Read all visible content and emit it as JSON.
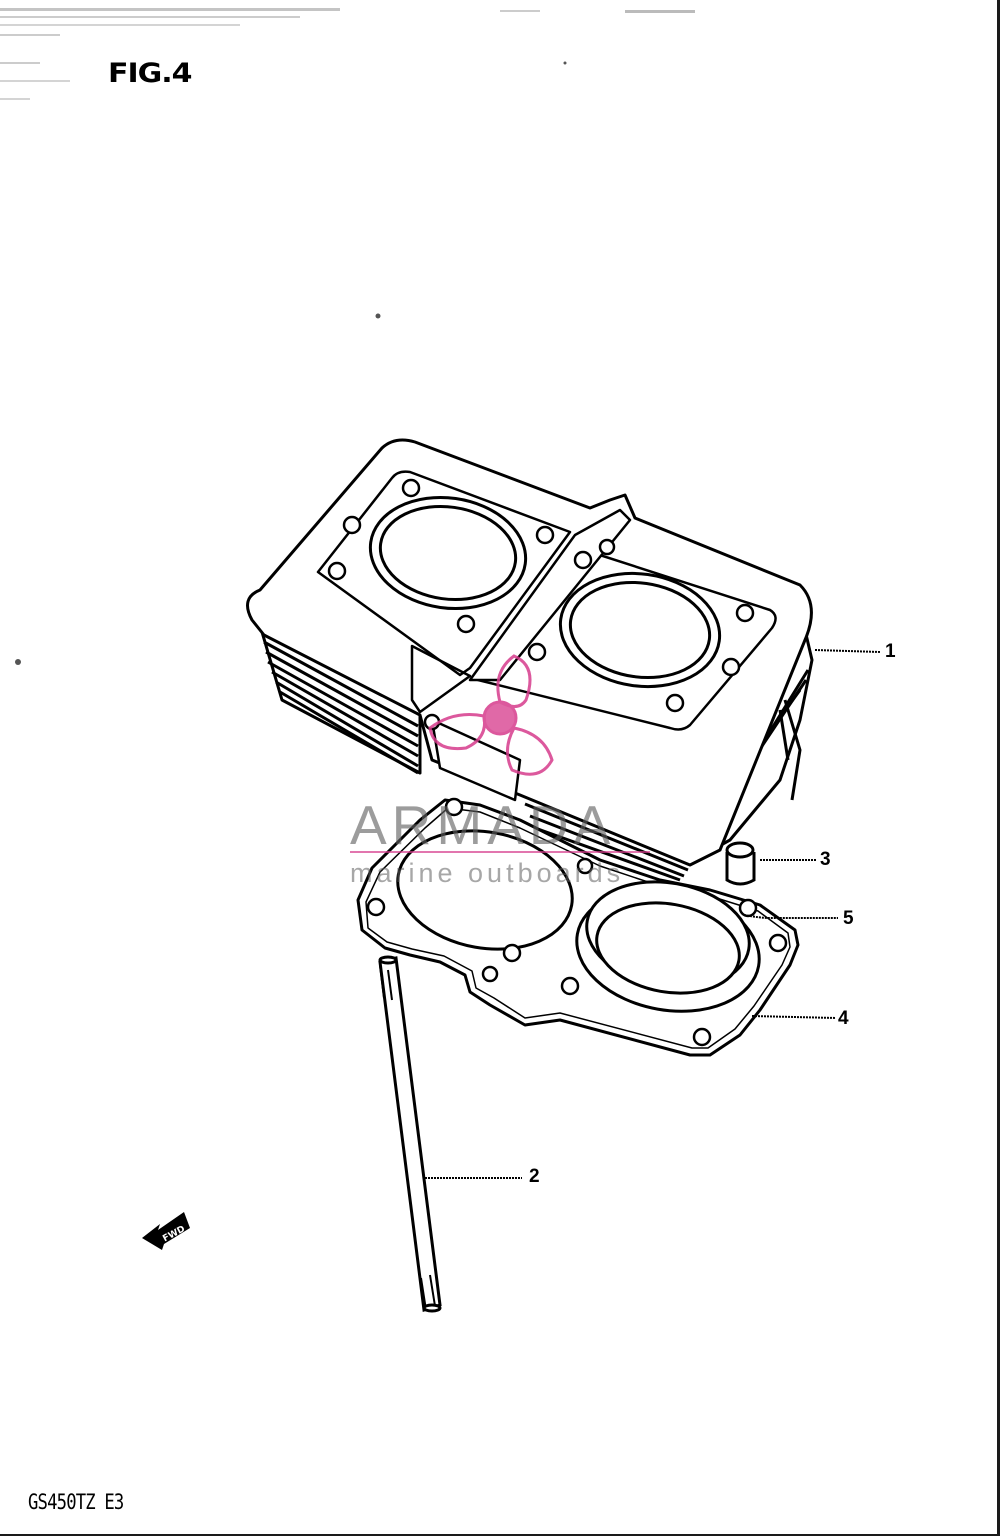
{
  "figure": {
    "title": "FIG.4",
    "model": "GS450TZ E3"
  },
  "callouts": [
    {
      "id": "part-1",
      "label": "1"
    },
    {
      "id": "part-2",
      "label": "2"
    },
    {
      "id": "part-3",
      "label": "3"
    },
    {
      "id": "part-4",
      "label": "4"
    },
    {
      "id": "part-5",
      "label": "5"
    }
  ],
  "fwd_arrow": {
    "text": "FWD"
  },
  "watermark": {
    "brand": "ARMADA",
    "tagline": "marine outboards",
    "color": "#d63c8c"
  }
}
